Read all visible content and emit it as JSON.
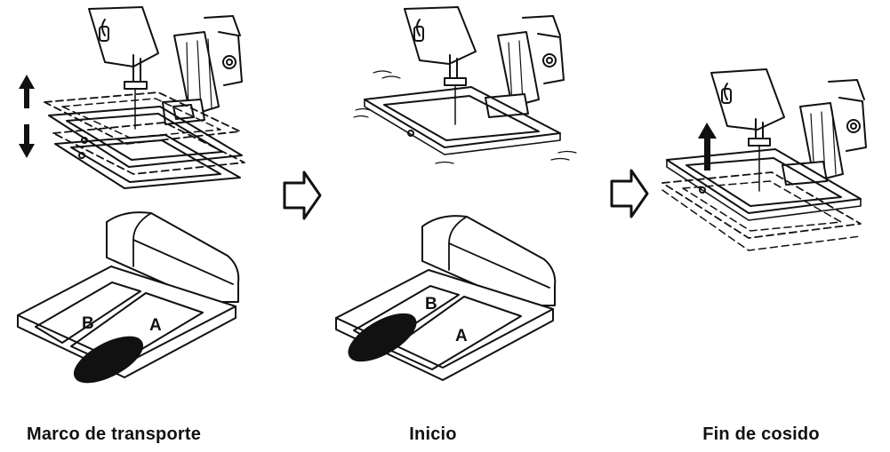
{
  "steps": [
    {
      "caption": "Marco de transporte",
      "pedal_labels": {
        "a": "A",
        "b": "B"
      }
    },
    {
      "caption": "Inicio",
      "pedal_labels": {
        "a": "A",
        "b": "B"
      }
    },
    {
      "caption": "Fin de cosido"
    }
  ],
  "icons": {
    "up_down_arrow": "up-down-arrow-icon",
    "flow_arrow": "right-outline-arrow-icon",
    "up_arrow": "up-arrow-icon"
  },
  "colors": {
    "ink": "#111111",
    "background": "#ffffff"
  }
}
